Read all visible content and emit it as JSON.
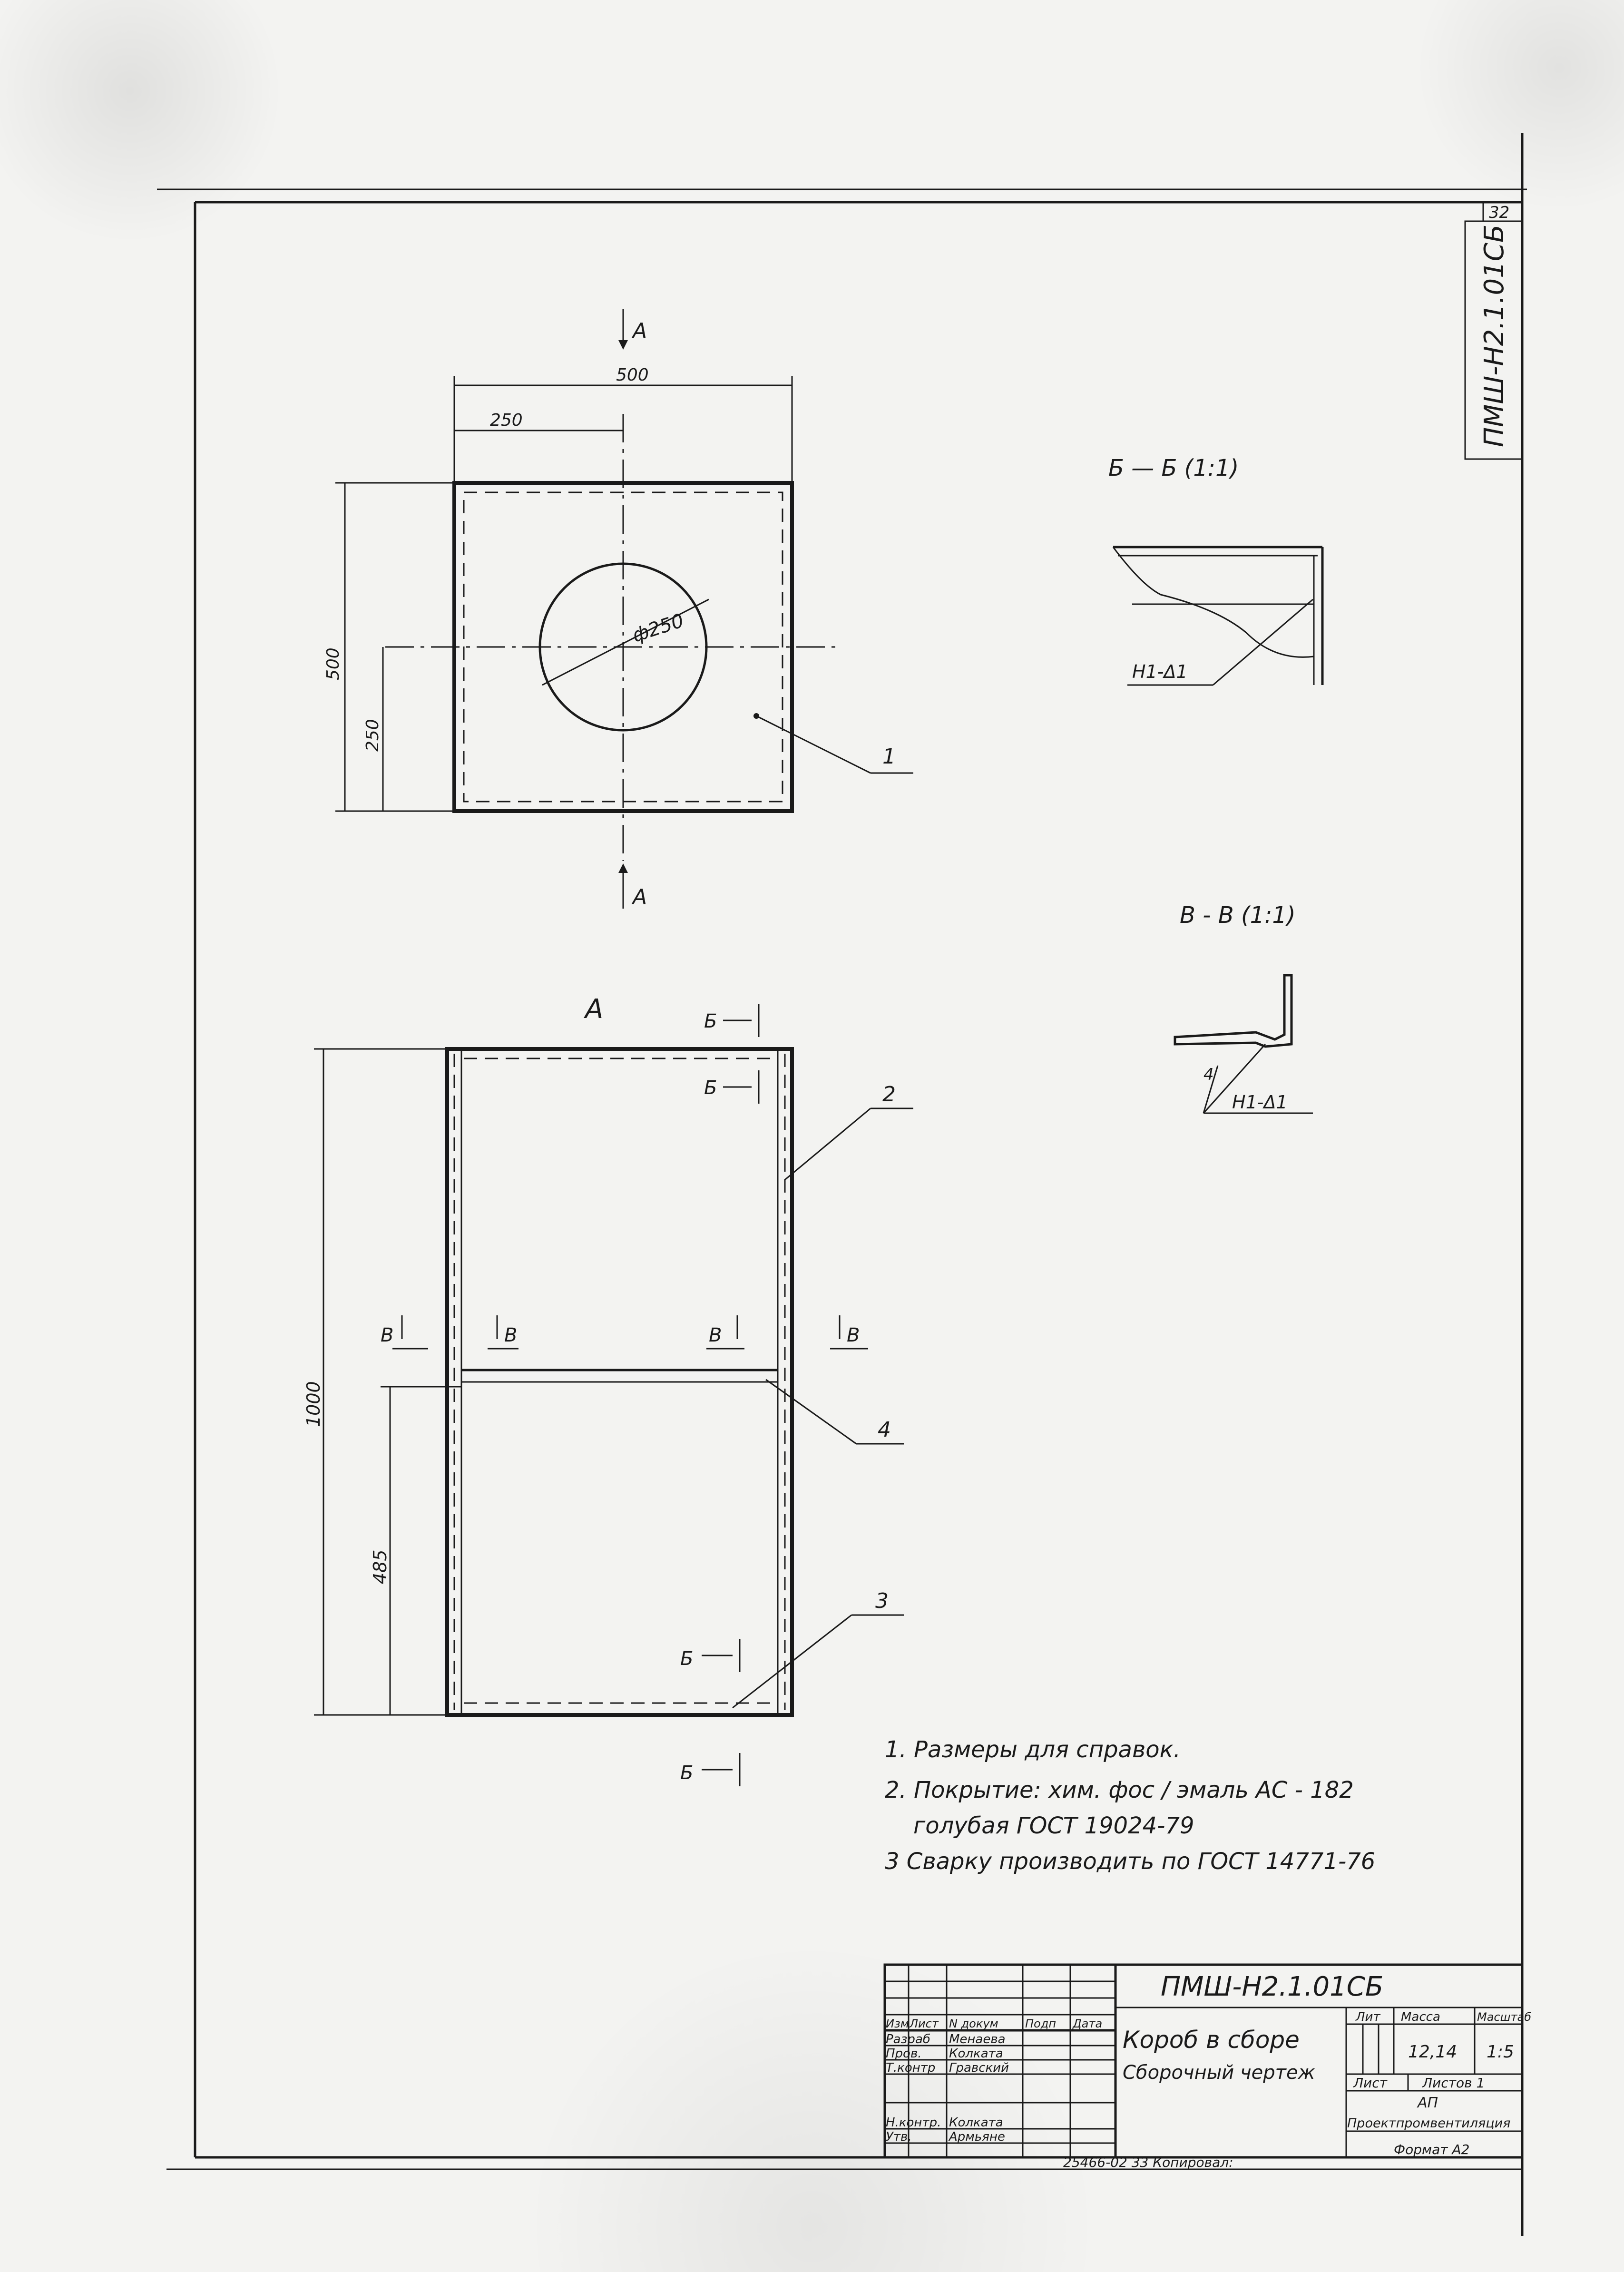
{
  "sheet_number": "32",
  "side_code": "ПМШ-Н2.1.01СБ",
  "plan_view": {
    "section_mark": "А",
    "dim_width": "500",
    "dim_half_width": "250",
    "dim_height": "500",
    "dim_half_height": "250",
    "dim_diameter": "ф250",
    "callout_1": "1"
  },
  "section_bb": {
    "title": "Б — Б (1:1)",
    "weld_label": "Н1-Δ1"
  },
  "section_vv": {
    "title": "В - В (1:1)",
    "weld_label": "Н1-Δ1",
    "leg_label": "4"
  },
  "front_view": {
    "view_label": "А",
    "mark_b": "Б",
    "mark_v": "В",
    "dim_total": "1000",
    "dim_lower": "485",
    "callout_2": "2",
    "callout_3": "3",
    "callout_4": "4"
  },
  "notes": [
    "1. Размеры для справок.",
    "2. Покрытие: хим. фос / эмаль АС - 182",
    "голубая ГОСТ 19024-79",
    "3 Сварку производить по ГОСТ 14771-76"
  ],
  "title_block": {
    "designation": "ПМШ-Н2.1.01СБ",
    "name_line1": "Короб в сборе",
    "name_line2": "Сборочный чертеж",
    "col_headers": [
      "Изм",
      "Лист",
      "N докум",
      "Подп",
      "Дата"
    ],
    "roles": [
      "Разраб",
      "Пров.",
      "Т.контр",
      "Н.контр.",
      "Утв."
    ],
    "people": [
      "Менаева",
      "Колкатa",
      "Гравский",
      "Колкатa",
      "Армьяне"
    ],
    "lit_header": "Лит",
    "mass_header": "Масса",
    "scale_header": "Масштаб",
    "mass_value": "12,14",
    "scale_value": "1:5",
    "sheet_label": "Лист",
    "sheets_label": "Листов 1",
    "org_code": "АП",
    "organization": "Проектпромвентиляция",
    "format_label": "Формат А2",
    "archive_line": "25466-02  33 Копировал: "
  }
}
